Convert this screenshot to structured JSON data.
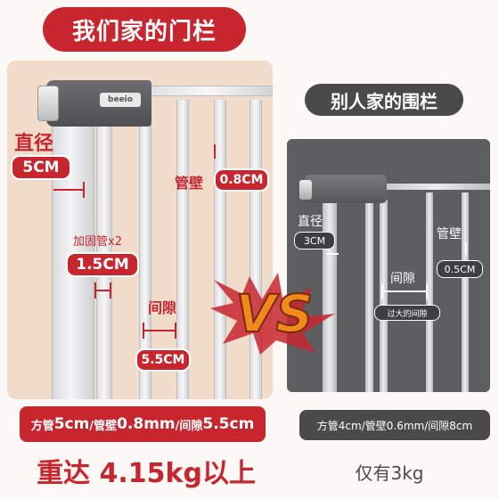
{
  "left": {
    "title": "我们家的门栏",
    "brand": "beeio",
    "diameter_label": "直径",
    "diameter_value": "5CM",
    "reinforce_label": "加固管x2",
    "reinforce_value": "1.5CM",
    "wall_label": "管壁",
    "wall_value": "0.8CM",
    "gap_label": "间隙",
    "gap_value": "5.5CM",
    "spec_tube_prefix": "方管",
    "spec_tube_value": "5cm",
    "spec_sep1": "/管壁",
    "spec_wall_value": "0.8mm",
    "spec_sep2": "/间隙",
    "spec_gap_value": "5.5cm",
    "weight_text": "重达 4.15kg以上"
  },
  "right": {
    "title": "别人家的围栏",
    "diameter_label": "直径",
    "diameter_value": "3CM",
    "gap_label": "间隙",
    "gap_caption": "过大的间隙",
    "wall_label": "管壁",
    "wall_value": "0.5CM",
    "spec_text": "方管4cm/管壁0.6mm/间隙8cm",
    "weight_text": "仅有3kg"
  },
  "vs_text": "VS",
  "colors": {
    "brand_red": "#c8262f",
    "dark_gray": "#4a4a4a",
    "beige": "#f1dccb",
    "vs_orange": "#f08a1c"
  }
}
